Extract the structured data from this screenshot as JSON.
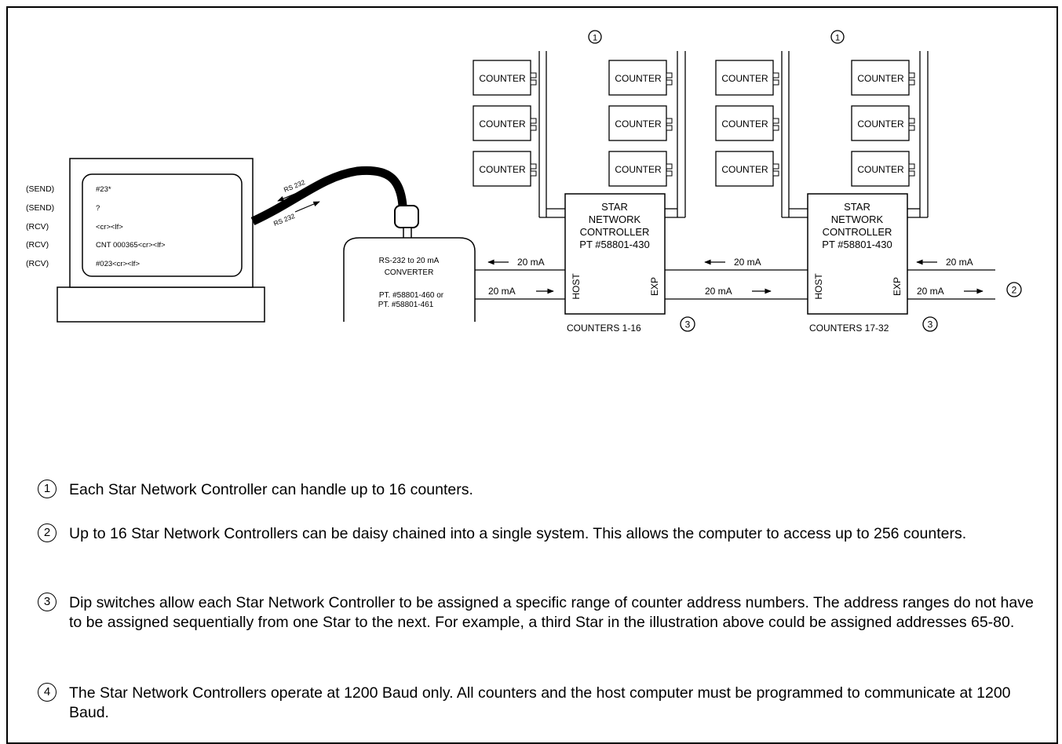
{
  "terminal": {
    "labels": [
      "(SEND)",
      "(SEND)",
      "(RCV)",
      "(RCV)",
      "(RCV)"
    ],
    "lines": [
      "#23*",
      "?",
      "<cr><lf>",
      "CNT 000365<cr><lf>",
      "#023<cr><lf>"
    ]
  },
  "cable": {
    "label_upper": "RS 232",
    "label_lower": "RS 232"
  },
  "converter": {
    "title_line1": "RS-232 to 20 mA",
    "title_line2": "CONVERTER",
    "part_line1": "PT. #58801-460 or",
    "part_line2": "PT. #58801-461"
  },
  "counter_label": "COUNTER",
  "controllers": [
    {
      "line1": "STAR",
      "line2": "NETWORK",
      "line3": "CONTROLLER",
      "line4": "PT #58801-430",
      "host_label": "HOST",
      "exp_label": "EXP",
      "range_label": "COUNTERS 1-16",
      "callout_top": "1",
      "callout_range": "3"
    },
    {
      "line1": "STAR",
      "line2": "NETWORK",
      "line3": "CONTROLLER",
      "line4": "PT #58801-430",
      "host_label": "HOST",
      "exp_label": "EXP",
      "range_label": "COUNTERS 17-32",
      "callout_top": "1",
      "callout_range": "3"
    }
  ],
  "links": {
    "left_top": "20 mA",
    "left_bottom": "20 mA",
    "mid_top": "20 mA",
    "mid_bottom": "20 mA",
    "right_top": "20 mA",
    "right_bottom": "20 mA",
    "right_callout": "2"
  },
  "notes": [
    {
      "num": "1",
      "text": "Each Star Network Controller can handle up to 16 counters."
    },
    {
      "num": "2",
      "text": "Up to 16 Star Network Controllers can be daisy chained into a single system.  This allows the computer to access up to 256 counters."
    },
    {
      "num": "3",
      "text": "Dip switches allow each Star Network Controller to be assigned a specific range of counter address numbers.  The address ranges do not have to be assigned sequentially from one Star to the next.  For example, a third Star in the illustration above could be assigned addresses 65-80."
    },
    {
      "num": "4",
      "text": "The Star Network Controllers operate at 1200 Baud only.  All counters and the host computer must be programmed to communicate at 1200 Baud."
    }
  ]
}
